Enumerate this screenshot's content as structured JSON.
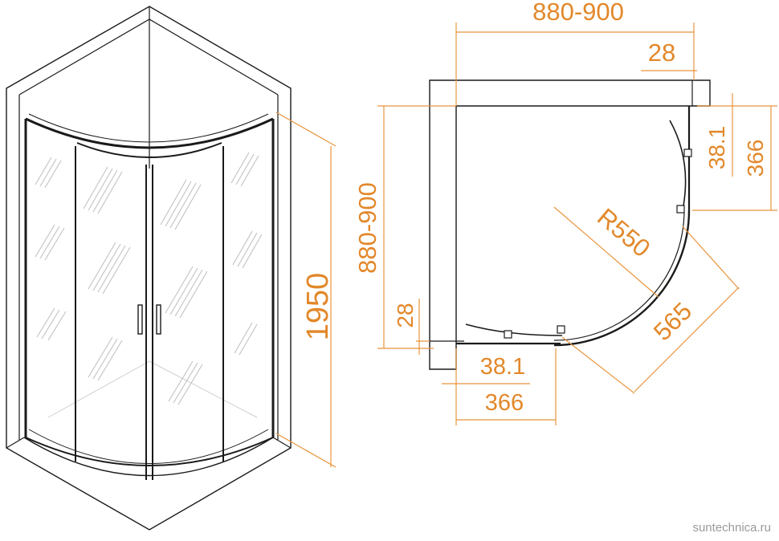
{
  "dimensions": {
    "height": "1950",
    "top_width": "880-900",
    "side_width": "880-900",
    "top_profile": "28",
    "side_profile": "28",
    "right_small": "38.1",
    "right_door": "366",
    "bottom_small": "38.1",
    "bottom_door": "366",
    "radius": "R550",
    "diagonal": "565"
  },
  "watermark": "suntechnica.ru",
  "colors": {
    "dimension": "#e2882b",
    "line": "#1a1a1a"
  }
}
